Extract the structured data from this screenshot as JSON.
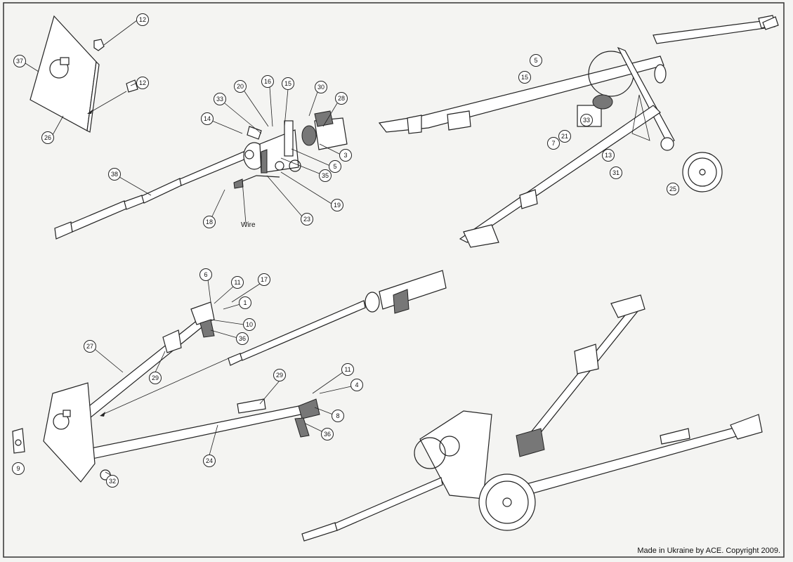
{
  "diagram": {
    "panel_barrel_assembly": {
      "callouts": [
        "12",
        "12",
        "37",
        "26",
        "38",
        "14",
        "33",
        "20",
        "16",
        "15",
        "30",
        "28",
        "3",
        "5",
        "35",
        "19",
        "23",
        "18"
      ],
      "wire_label": "Wire"
    },
    "panel_rear_view": {
      "callouts": [
        "5",
        "15",
        "33",
        "21",
        "7",
        "13",
        "31",
        "25"
      ]
    },
    "panel_carriage_assembly": {
      "callouts": [
        "6",
        "11",
        "17",
        "1",
        "10",
        "36",
        "27",
        "29",
        "29",
        "11",
        "4",
        "8",
        "36",
        "24",
        "32",
        "9"
      ]
    },
    "panel_completed": {
      "callouts": []
    }
  },
  "footer": {
    "copyright": "Made in Ukraine by ACE. Copyright 2009."
  }
}
